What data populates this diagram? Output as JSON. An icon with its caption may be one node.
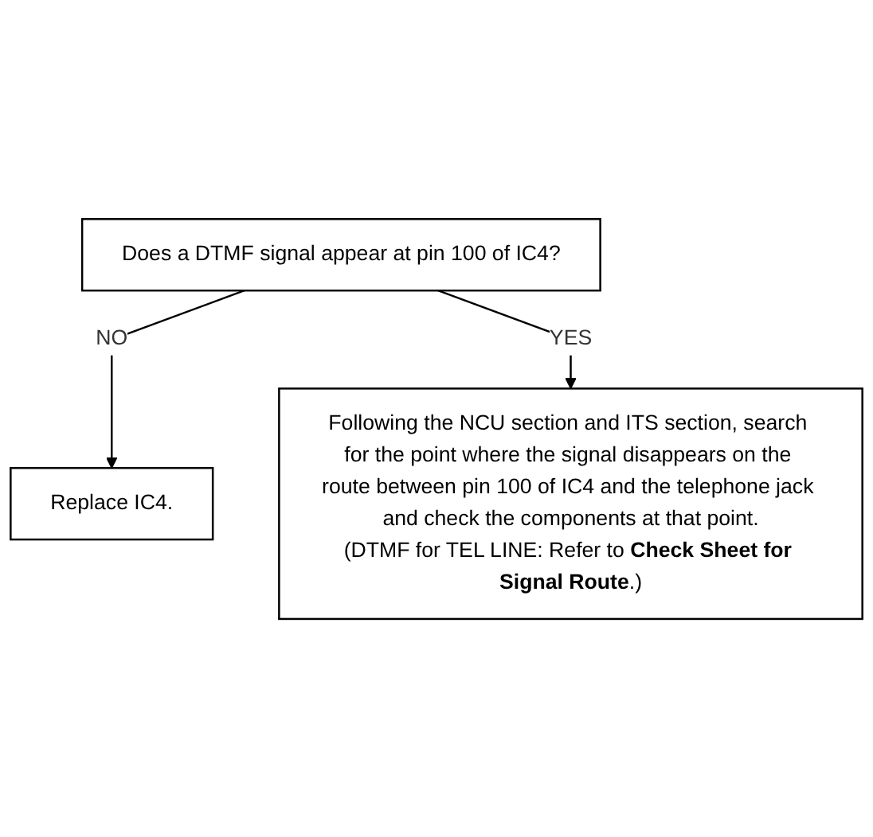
{
  "diagram": {
    "nodes": [
      {
        "text": [
          "Does a DTMF signal appear at pin 100 of IC4?"
        ]
      },
      {
        "text": [
          "Replace IC4."
        ]
      },
      {
        "text": [
          "Following the NCU section and ITS section, search for the point where the signal disappears on the route between pin 100 of IC4 and the telephone jack and check the components at that point.",
          "(DTMF for TEL LINE: Refer to **Check Sheet for Signal Route**.)"
        ]
      }
    ],
    "edges": [
      {
        "from": 0,
        "to": 1,
        "arrow": "to",
        "label": "NO"
      },
      {
        "from": 0,
        "to": 2,
        "arrow": "to",
        "label": "YES"
      }
    ]
  }
}
